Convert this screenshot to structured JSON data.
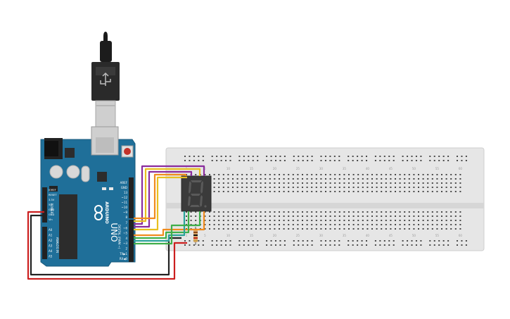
{
  "colors": {
    "background": "#ffffff",
    "arduino_board": "#1f6f99",
    "breadboard": "#e6e6e6",
    "wire_red": "#cc1f1f",
    "wire_black": "#222222",
    "wire_orange": "#f08c1e",
    "wire_yellow": "#e8c020",
    "wire_purple": "#8a2c9c",
    "wire_green": "#3fae49",
    "wire_teal": "#2aa39a",
    "display_body": "#3b3b3b",
    "segment_off": "#5a5a5a"
  },
  "arduino": {
    "brand": "ARDUINO",
    "model": "UNO",
    "logo_icon": "infinity-logo-icon",
    "header_top_labels": [
      "AREF",
      "GND",
      "13",
      "~12",
      "~11",
      "~10",
      "~9",
      "8"
    ],
    "header_bottom_labels": [
      "7",
      "~6",
      "~5",
      "4",
      "~3",
      "2",
      "TX▶1",
      "RX◀0"
    ],
    "digital_label": "DIGITAL (PWM ~)",
    "power_labels": [
      "IOREF",
      "RESET",
      "3.3V",
      "5V",
      "GND",
      "GND",
      "Vin"
    ],
    "analog_labels": [
      "A0",
      "A1",
      "A2",
      "A3",
      "A4",
      "A5"
    ],
    "power_title": "POWER",
    "analog_title": "ANALOG IN"
  },
  "breadboard": {
    "column_numbers": [
      "1",
      "5",
      "10",
      "15",
      "20",
      "25",
      "30",
      "35",
      "40",
      "45",
      "50",
      "55",
      "60"
    ]
  },
  "seven_segment": {
    "shown_digit": "8",
    "icon": "seven-segment-display-icon"
  },
  "usb": {
    "icon": "usb-cable-icon"
  },
  "resistor": {
    "icon": "resistor-icon"
  }
}
